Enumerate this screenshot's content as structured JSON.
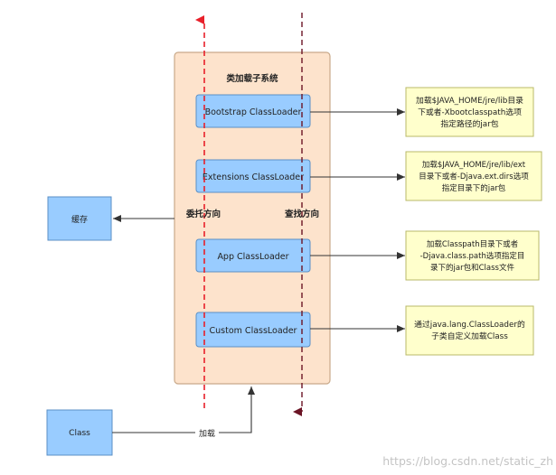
{
  "diagram": {
    "subsystem_title": "类加载子系统",
    "loaders": [
      {
        "name": "Bootstrap ClassLoader"
      },
      {
        "name": "Extensions ClassLoader"
      },
      {
        "name": "App ClassLoader"
      },
      {
        "name": "Custom ClassLoader"
      }
    ],
    "notes": [
      {
        "lines": [
          "加载$JAVA_HOME/jre/lib目录",
          "下或者-Xbootclasspath选项",
          "指定路径的jar包"
        ]
      },
      {
        "lines": [
          "加载$JAVA_HOME/jre/lib/ext",
          "目录下或者-Djava.ext.dirs选项",
          "指定目录下的jar包"
        ]
      },
      {
        "lines": [
          "加载Classpath目录下或者",
          "-Djava.class.path选项指定目",
          "录下的jar包和Class文件"
        ]
      },
      {
        "lines": [
          "通过java.lang.ClassLoader的",
          "子类自定义加载Class"
        ]
      }
    ],
    "cache_label": "缓存",
    "class_label": "Class",
    "load_label": "加载",
    "delegate_label": "委托方向",
    "lookup_label": "查找方向",
    "watermark": "https://blog.csdn.net/static_zh",
    "colors": {
      "subsystem_fill": "#fde3cc",
      "loader_fill": "#99ccff",
      "note_fill": "#ffffcc",
      "delegate_arrow": "#e8202a",
      "lookup_arrow": "#7a1a2a"
    }
  }
}
